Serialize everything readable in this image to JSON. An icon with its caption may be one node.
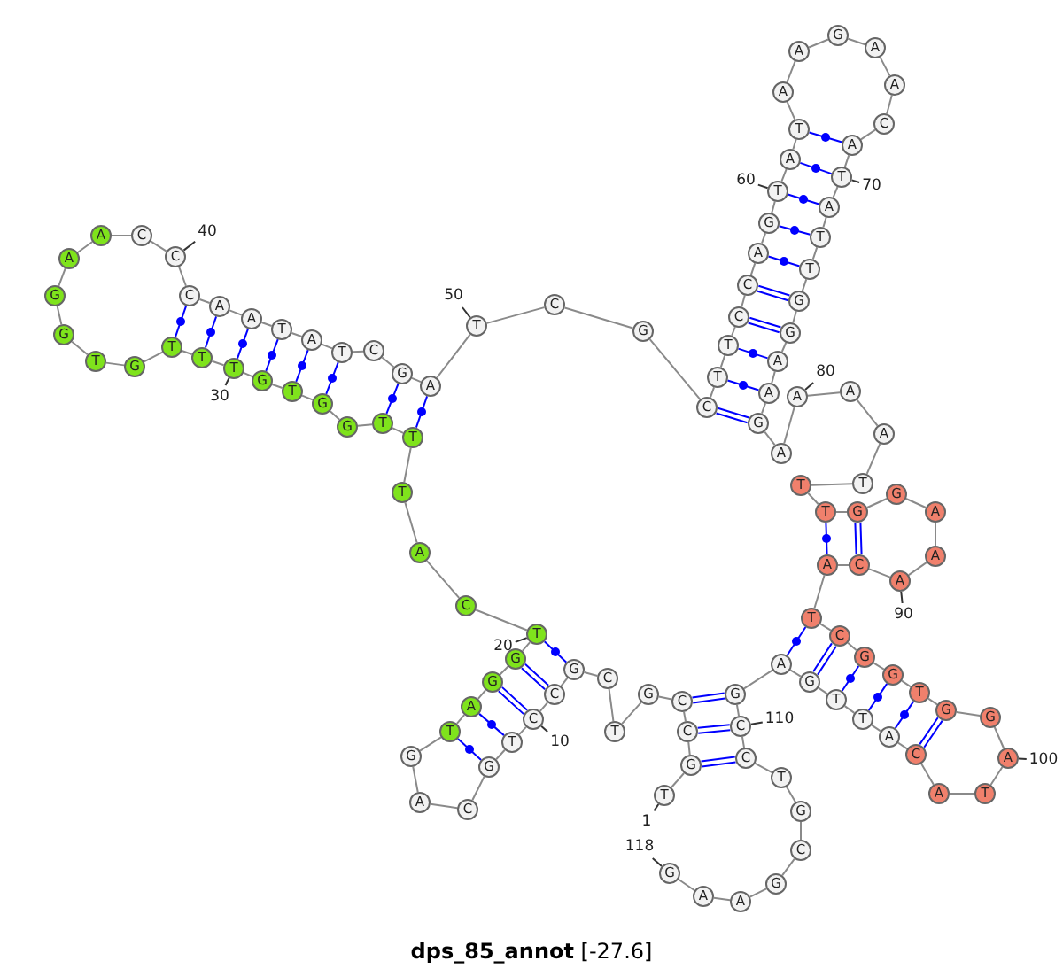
{
  "diagram": {
    "title": "**dps_85_annot** [-27.6]",
    "nodes": [
      {
        "text": [
          "T"
        ]
      },
      {
        "text": [
          "G"
        ]
      },
      {
        "text": [
          "C"
        ]
      },
      {
        "text": [
          "C"
        ]
      },
      {
        "text": [
          "G"
        ]
      },
      {
        "text": [
          "T"
        ]
      },
      {
        "text": [
          "C"
        ]
      },
      {
        "text": [
          "G"
        ]
      },
      {
        "text": [
          "C"
        ]
      },
      {
        "text": [
          "C"
        ]
      },
      {
        "text": [
          "T"
        ]
      },
      {
        "text": [
          "G"
        ]
      },
      {
        "text": [
          "C"
        ]
      },
      {
        "text": [
          "A"
        ]
      },
      {
        "text": [
          "G"
        ]
      },
      {
        "text": [
          "T"
        ]
      },
      {
        "text": [
          "A"
        ]
      },
      {
        "text": [
          "G"
        ]
      },
      {
        "text": [
          "G"
        ]
      },
      {
        "text": [
          "T"
        ]
      },
      {
        "text": [
          "C"
        ]
      },
      {
        "text": [
          "A"
        ]
      },
      {
        "text": [
          "T"
        ]
      },
      {
        "text": [
          "T"
        ]
      },
      {
        "text": [
          "T"
        ]
      },
      {
        "text": [
          "G"
        ]
      },
      {
        "text": [
          "G"
        ]
      },
      {
        "text": [
          "T"
        ]
      },
      {
        "text": [
          "G"
        ]
      },
      {
        "text": [
          "T"
        ]
      },
      {
        "text": [
          "T"
        ]
      },
      {
        "text": [
          "T"
        ]
      },
      {
        "text": [
          "G"
        ]
      },
      {
        "text": [
          "T"
        ]
      },
      {
        "text": [
          "G"
        ]
      },
      {
        "text": [
          "G"
        ]
      },
      {
        "text": [
          "A"
        ]
      },
      {
        "text": [
          "A"
        ]
      },
      {
        "text": [
          "C"
        ]
      },
      {
        "text": [
          "C"
        ]
      },
      {
        "text": [
          "C"
        ]
      },
      {
        "text": [
          "A"
        ]
      },
      {
        "text": [
          "A"
        ]
      },
      {
        "text": [
          "T"
        ]
      },
      {
        "text": [
          "A"
        ]
      },
      {
        "text": [
          "T"
        ]
      },
      {
        "text": [
          "C"
        ]
      },
      {
        "text": [
          "G"
        ]
      },
      {
        "text": [
          "A"
        ]
      },
      {
        "text": [
          "T"
        ]
      },
      {
        "text": [
          "C"
        ]
      },
      {
        "text": [
          "G"
        ]
      },
      {
        "text": [
          "C"
        ]
      },
      {
        "text": [
          "T"
        ]
      },
      {
        "text": [
          "T"
        ]
      },
      {
        "text": [
          "C"
        ]
      },
      {
        "text": [
          "C"
        ]
      },
      {
        "text": [
          "A"
        ]
      },
      {
        "text": [
          "G"
        ]
      },
      {
        "text": [
          "T"
        ]
      },
      {
        "text": [
          "A"
        ]
      },
      {
        "text": [
          "T"
        ]
      },
      {
        "text": [
          "A"
        ]
      },
      {
        "text": [
          "A"
        ]
      },
      {
        "text": [
          "G"
        ]
      },
      {
        "text": [
          "A"
        ]
      },
      {
        "text": [
          "A"
        ]
      },
      {
        "text": [
          "C"
        ]
      },
      {
        "text": [
          "A"
        ]
      },
      {
        "text": [
          "T"
        ]
      },
      {
        "text": [
          "A"
        ]
      },
      {
        "text": [
          "T"
        ]
      },
      {
        "text": [
          "T"
        ]
      },
      {
        "text": [
          "G"
        ]
      },
      {
        "text": [
          "G"
        ]
      },
      {
        "text": [
          "A"
        ]
      },
      {
        "text": [
          "A"
        ]
      },
      {
        "text": [
          "G"
        ]
      },
      {
        "text": [
          "A"
        ]
      },
      {
        "text": [
          "A"
        ]
      },
      {
        "text": [
          "A"
        ]
      },
      {
        "text": [
          "A"
        ]
      },
      {
        "text": [
          "T"
        ]
      },
      {
        "text": [
          "T"
        ]
      },
      {
        "text": [
          "T"
        ]
      },
      {
        "text": [
          "G"
        ]
      },
      {
        "text": [
          "G"
        ]
      },
      {
        "text": [
          "A"
        ]
      },
      {
        "text": [
          "A"
        ]
      },
      {
        "text": [
          "A"
        ]
      },
      {
        "text": [
          "C"
        ]
      },
      {
        "text": [
          "A"
        ]
      },
      {
        "text": [
          "T"
        ]
      },
      {
        "text": [
          "C"
        ]
      },
      {
        "text": [
          "G"
        ]
      },
      {
        "text": [
          "G"
        ]
      },
      {
        "text": [
          "T"
        ]
      },
      {
        "text": [
          "G"
        ]
      },
      {
        "text": [
          "G"
        ]
      },
      {
        "text": [
          "A"
        ]
      },
      {
        "text": [
          "T"
        ]
      },
      {
        "text": [
          "A"
        ]
      },
      {
        "text": [
          "C"
        ]
      },
      {
        "text": [
          "A"
        ]
      },
      {
        "text": [
          "T"
        ]
      },
      {
        "text": [
          "T"
        ]
      },
      {
        "text": [
          "G"
        ]
      },
      {
        "text": [
          "A"
        ]
      },
      {
        "text": [
          "G"
        ]
      },
      {
        "text": [
          "C"
        ]
      },
      {
        "text": [
          "C"
        ]
      },
      {
        "text": [
          "T"
        ]
      },
      {
        "text": [
          "G"
        ]
      },
      {
        "text": [
          "C"
        ]
      },
      {
        "text": [
          "G"
        ]
      },
      {
        "text": [
          "A"
        ]
      },
      {
        "text": [
          "A"
        ]
      },
      {
        "text": [
          "G"
        ]
      },
      {
        "text": [
          "1"
        ]
      },
      {
        "text": [
          "10"
        ]
      },
      {
        "text": [
          "20"
        ]
      },
      {
        "text": [
          "30"
        ]
      },
      {
        "text": [
          "40"
        ]
      },
      {
        "text": [
          "50"
        ]
      },
      {
        "text": [
          "60"
        ]
      },
      {
        "text": [
          "70"
        ]
      },
      {
        "text": [
          "80"
        ]
      },
      {
        "text": [
          "90"
        ]
      },
      {
        "text": [
          "100"
        ]
      },
      {
        "text": [
          "110"
        ]
      },
      {
        "text": [
          "118"
        ]
      }
    ],
    "edges": [
      {
        "from": 0,
        "to": 1,
        "arrow": "none"
      },
      {
        "from": 1,
        "to": 2,
        "arrow": "none"
      },
      {
        "from": 2,
        "to": 3,
        "arrow": "none"
      },
      {
        "from": 3,
        "to": 4,
        "arrow": "none"
      },
      {
        "from": 4,
        "to": 5,
        "arrow": "none"
      },
      {
        "from": 5,
        "to": 6,
        "arrow": "none"
      },
      {
        "from": 6,
        "to": 7,
        "arrow": "none"
      },
      {
        "from": 7,
        "to": 8,
        "arrow": "none"
      },
      {
        "from": 8,
        "to": 9,
        "arrow": "none"
      },
      {
        "from": 9,
        "to": 10,
        "arrow": "none"
      },
      {
        "from": 10,
        "to": 11,
        "arrow": "none"
      },
      {
        "from": 11,
        "to": 12,
        "arrow": "none"
      },
      {
        "from": 12,
        "to": 13,
        "arrow": "none"
      },
      {
        "from": 13,
        "to": 14,
        "arrow": "none"
      },
      {
        "from": 14,
        "to": 15,
        "arrow": "none"
      },
      {
        "from": 15,
        "to": 16,
        "arrow": "none"
      },
      {
        "from": 16,
        "to": 17,
        "arrow": "none"
      },
      {
        "from": 17,
        "to": 18,
        "arrow": "none"
      },
      {
        "from": 18,
        "to": 19,
        "arrow": "none"
      },
      {
        "from": 19,
        "to": 20,
        "arrow": "none"
      },
      {
        "from": 20,
        "to": 21,
        "arrow": "none"
      },
      {
        "from": 21,
        "to": 22,
        "arrow": "none"
      },
      {
        "from": 22,
        "to": 23,
        "arrow": "none"
      },
      {
        "from": 23,
        "to": 24,
        "arrow": "none"
      },
      {
        "from": 24,
        "to": 25,
        "arrow": "none"
      },
      {
        "from": 25,
        "to": 26,
        "arrow": "none"
      },
      {
        "from": 26,
        "to": 27,
        "arrow": "none"
      },
      {
        "from": 27,
        "to": 28,
        "arrow": "none"
      },
      {
        "from": 28,
        "to": 29,
        "arrow": "none"
      },
      {
        "from": 29,
        "to": 30,
        "arrow": "none"
      },
      {
        "from": 30,
        "to": 31,
        "arrow": "none"
      },
      {
        "from": 31,
        "to": 32,
        "arrow": "none"
      },
      {
        "from": 32,
        "to": 33,
        "arrow": "none"
      },
      {
        "from": 33,
        "to": 34,
        "arrow": "none"
      },
      {
        "from": 34,
        "to": 35,
        "arrow": "none"
      },
      {
        "from": 35,
        "to": 36,
        "arrow": "none"
      },
      {
        "from": 36,
        "to": 37,
        "arrow": "none"
      },
      {
        "from": 37,
        "to": 38,
        "arrow": "none"
      },
      {
        "from": 38,
        "to": 39,
        "arrow": "none"
      },
      {
        "from": 39,
        "to": 40,
        "arrow": "none"
      },
      {
        "from": 40,
        "to": 41,
        "arrow": "none"
      },
      {
        "from": 41,
        "to": 42,
        "arrow": "none"
      },
      {
        "from": 42,
        "to": 43,
        "arrow": "none"
      },
      {
        "from": 43,
        "to": 44,
        "arrow": "none"
      },
      {
        "from": 44,
        "to": 45,
        "arrow": "none"
      },
      {
        "from": 45,
        "to": 46,
        "arrow": "none"
      },
      {
        "from": 46,
        "to": 47,
        "arrow": "none"
      },
      {
        "from": 47,
        "to": 48,
        "arrow": "none"
      },
      {
        "from": 48,
        "to": 49,
        "arrow": "none"
      },
      {
        "from": 49,
        "to": 50,
        "arrow": "none"
      },
      {
        "from": 50,
        "to": 51,
        "arrow": "none"
      },
      {
        "from": 51,
        "to": 52,
        "arrow": "none"
      },
      {
        "from": 52,
        "to": 53,
        "arrow": "none"
      },
      {
        "from": 53,
        "to": 54,
        "arrow": "none"
      },
      {
        "from": 54,
        "to": 55,
        "arrow": "none"
      },
      {
        "from": 55,
        "to": 56,
        "arrow": "none"
      },
      {
        "from": 56,
        "to": 57,
        "arrow": "none"
      },
      {
        "from": 57,
        "to": 58,
        "arrow": "none"
      },
      {
        "from": 58,
        "to": 59,
        "arrow": "none"
      },
      {
        "from": 59,
        "to": 60,
        "arrow": "none"
      },
      {
        "from": 60,
        "to": 61,
        "arrow": "none"
      },
      {
        "from": 61,
        "to": 62,
        "arrow": "none"
      },
      {
        "from": 62,
        "to": 63,
        "arrow": "none"
      },
      {
        "from": 63,
        "to": 64,
        "arrow": "none"
      },
      {
        "from": 64,
        "to": 65,
        "arrow": "none"
      },
      {
        "from": 65,
        "to": 66,
        "arrow": "none"
      },
      {
        "from": 66,
        "to": 67,
        "arrow": "none"
      },
      {
        "from": 67,
        "to": 68,
        "arrow": "none"
      },
      {
        "from": 68,
        "to": 69,
        "arrow": "none"
      },
      {
        "from": 69,
        "to": 70,
        "arrow": "none"
      },
      {
        "from": 70,
        "to": 71,
        "arrow": "none"
      },
      {
        "from": 71,
        "to": 72,
        "arrow": "none"
      },
      {
        "from": 72,
        "to": 73,
        "arrow": "none"
      },
      {
        "from": 73,
        "to": 74,
        "arrow": "none"
      },
      {
        "from": 74,
        "to": 75,
        "arrow": "none"
      },
      {
        "from": 75,
        "to": 76,
        "arrow": "none"
      },
      {
        "from": 76,
        "to": 77,
        "arrow": "none"
      },
      {
        "from": 77,
        "to": 78,
        "arrow": "none"
      },
      {
        "from": 78,
        "to": 79,
        "arrow": "none"
      },
      {
        "from": 79,
        "to": 80,
        "arrow": "none"
      },
      {
        "from": 80,
        "to": 81,
        "arrow": "none"
      },
      {
        "from": 81,
        "to": 82,
        "arrow": "none"
      },
      {
        "from": 82,
        "to": 83,
        "arrow": "none"
      },
      {
        "from": 83,
        "to": 84,
        "arrow": "none"
      },
      {
        "from": 84,
        "to": 85,
        "arrow": "none"
      },
      {
        "from": 85,
        "to": 86,
        "arrow": "none"
      },
      {
        "from": 86,
        "to": 87,
        "arrow": "none"
      },
      {
        "from": 87,
        "to": 88,
        "arrow": "none"
      },
      {
        "from": 88,
        "to": 89,
        "arrow": "none"
      },
      {
        "from": 89,
        "to": 90,
        "arrow": "none"
      },
      {
        "from": 90,
        "to": 91,
        "arrow": "none"
      },
      {
        "from": 91,
        "to": 92,
        "arrow": "none"
      },
      {
        "from": 92,
        "to": 93,
        "arrow": "none"
      },
      {
        "from": 93,
        "to": 94,
        "arrow": "none"
      },
      {
        "from": 94,
        "to": 95,
        "arrow": "none"
      },
      {
        "from": 95,
        "to": 96,
        "arrow": "none"
      },
      {
        "from": 96,
        "to": 97,
        "arrow": "none"
      },
      {
        "from": 97,
        "to": 98,
        "arrow": "none"
      },
      {
        "from": 98,
        "to": 99,
        "arrow": "none"
      },
      {
        "from": 99,
        "to": 100,
        "arrow": "none"
      },
      {
        "from": 100,
        "to": 101,
        "arrow": "none"
      },
      {
        "from": 101,
        "to": 102,
        "arrow": "none"
      },
      {
        "from": 102,
        "to": 103,
        "arrow": "none"
      },
      {
        "from": 103,
        "to": 104,
        "arrow": "none"
      },
      {
        "from": 104,
        "to": 105,
        "arrow": "none"
      },
      {
        "from": 105,
        "to": 106,
        "arrow": "none"
      },
      {
        "from": 106,
        "to": 107,
        "arrow": "none"
      },
      {
        "from": 107,
        "to": 108,
        "arrow": "none"
      },
      {
        "from": 108,
        "to": 109,
        "arrow": "none"
      },
      {
        "from": 109,
        "to": 110,
        "arrow": "none"
      },
      {
        "from": 110,
        "to": 111,
        "arrow": "none"
      },
      {
        "from": 111,
        "to": 112,
        "arrow": "none"
      },
      {
        "from": 112,
        "to": 113,
        "arrow": "none"
      },
      {
        "from": 113,
        "to": 114,
        "arrow": "none"
      },
      {
        "from": 114,
        "to": 115,
        "arrow": "none"
      },
      {
        "from": 115,
        "to": 116,
        "arrow": "none"
      },
      {
        "from": 116,
        "to": 117,
        "arrow": "none"
      },
      {
        "from": 1,
        "to": 110,
        "arrow": "none",
        "color": "#0000ff"
      },
      {
        "from": 2,
        "to": 109,
        "arrow": "none",
        "color": "#0000ff"
      },
      {
        "from": 3,
        "to": 108,
        "arrow": "none",
        "color": "#0000ff"
      },
      {
        "from": 7,
        "to": 19,
        "arrow": "none",
        "color": "#0000ff"
      },
      {
        "from": 8,
        "to": 18,
        "arrow": "none",
        "color": "#0000ff"
      },
      {
        "from": 9,
        "to": 17,
        "arrow": "none",
        "color": "#0000ff"
      },
      {
        "from": 10,
        "to": 16,
        "arrow": "none",
        "color": "#0000ff"
      },
      {
        "from": 11,
        "to": 15,
        "arrow": "none",
        "color": "#0000ff"
      },
      {
        "from": 23,
        "to": 48,
        "arrow": "none",
        "color": "#0000ff"
      },
      {
        "from": 24,
        "to": 47,
        "arrow": "none",
        "color": "#0000ff"
      },
      {
        "from": 26,
        "to": 45,
        "arrow": "none",
        "color": "#0000ff"
      },
      {
        "from": 27,
        "to": 44,
        "arrow": "none",
        "color": "#0000ff"
      },
      {
        "from": 28,
        "to": 43,
        "arrow": "none",
        "color": "#0000ff"
      },
      {
        "from": 29,
        "to": 42,
        "arrow": "none",
        "color": "#0000ff"
      },
      {
        "from": 30,
        "to": 41,
        "arrow": "none",
        "color": "#0000ff"
      },
      {
        "from": 31,
        "to": 40,
        "arrow": "none",
        "color": "#0000ff"
      },
      {
        "from": 52,
        "to": 77,
        "arrow": "none",
        "color": "#0000ff"
      },
      {
        "from": 53,
        "to": 76,
        "arrow": "none",
        "color": "#0000ff"
      },
      {
        "from": 54,
        "to": 75,
        "arrow": "none",
        "color": "#0000ff"
      },
      {
        "from": 55,
        "to": 74,
        "arrow": "none",
        "color": "#0000ff"
      },
      {
        "from": 56,
        "to": 73,
        "arrow": "none",
        "color": "#0000ff"
      },
      {
        "from": 57,
        "to": 72,
        "arrow": "none",
        "color": "#0000ff"
      },
      {
        "from": 58,
        "to": 71,
        "arrow": "none",
        "color": "#0000ff"
      },
      {
        "from": 59,
        "to": 70,
        "arrow": "none",
        "color": "#0000ff"
      },
      {
        "from": 60,
        "to": 69,
        "arrow": "none",
        "color": "#0000ff"
      },
      {
        "from": 61,
        "to": 68,
        "arrow": "none",
        "color": "#0000ff"
      },
      {
        "from": 84,
        "to": 91,
        "arrow": "none",
        "color": "#0000ff"
      },
      {
        "from": 85,
        "to": 90,
        "arrow": "none",
        "color": "#0000ff"
      },
      {
        "from": 92,
        "to": 107,
        "arrow": "none",
        "color": "#0000ff"
      },
      {
        "from": 93,
        "to": 106,
        "arrow": "none",
        "color": "#0000ff"
      },
      {
        "from": 94,
        "to": 105,
        "arrow": "none",
        "color": "#0000ff"
      },
      {
        "from": 95,
        "to": 104,
        "arrow": "none",
        "color": "#0000ff"
      },
      {
        "from": 96,
        "to": 103,
        "arrow": "none",
        "color": "#0000ff"
      },
      {
        "from": 97,
        "to": 102,
        "arrow": "none",
        "color": "#0000ff"
      },
      {
        "from": 118,
        "to": 0,
        "arrow": "none"
      },
      {
        "from": 119,
        "to": 9,
        "arrow": "none"
      },
      {
        "from": 120,
        "to": 19,
        "arrow": "none"
      },
      {
        "from": 121,
        "to": 29,
        "arrow": "none"
      },
      {
        "from": 122,
        "to": 39,
        "arrow": "none"
      },
      {
        "from": 123,
        "to": 49,
        "arrow": "none"
      },
      {
        "from": 124,
        "to": 59,
        "arrow": "none"
      },
      {
        "from": 125,
        "to": 69,
        "arrow": "none"
      },
      {
        "from": 126,
        "to": 79,
        "arrow": "none"
      },
      {
        "from": 127,
        "to": 89,
        "arrow": "none"
      },
      {
        "from": 128,
        "to": 99,
        "arrow": "none"
      },
      {
        "from": 129,
        "to": 109,
        "arrow": "none"
      },
      {
        "from": 130,
        "to": 117,
        "arrow": "none"
      }
    ]
  }
}
